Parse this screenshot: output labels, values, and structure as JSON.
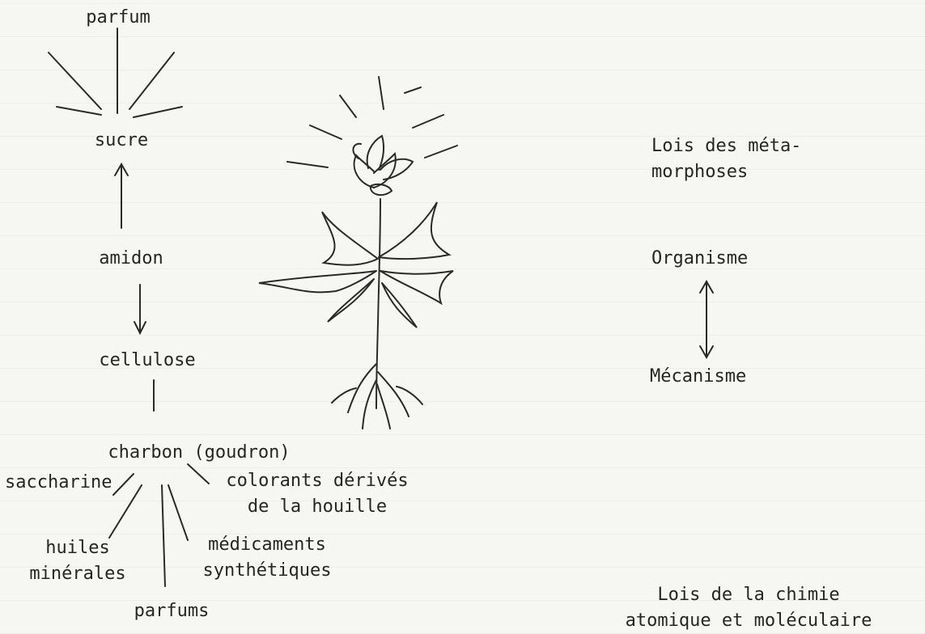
{
  "left_chain": {
    "parfum": "parfum",
    "sucre": "sucre",
    "amidon": "amidon",
    "cellulose": "cellulose",
    "charbon": "charbon (goudron)",
    "saccharine": "saccharine",
    "colorants": [
      "colorants dérivés",
      "de la houille"
    ],
    "huiles": [
      "huiles",
      "minérales"
    ],
    "medicaments": [
      "médicaments",
      "synthétiques"
    ],
    "parfums": "parfums"
  },
  "right_column": {
    "lois_metamorphoses": [
      "Lois des méta-",
      "morphoses"
    ],
    "organisme": "Organisme",
    "mecanisme": "Mécanisme",
    "lois_chimie": [
      "Lois de la chimie",
      "atomique et moléculaire"
    ]
  }
}
